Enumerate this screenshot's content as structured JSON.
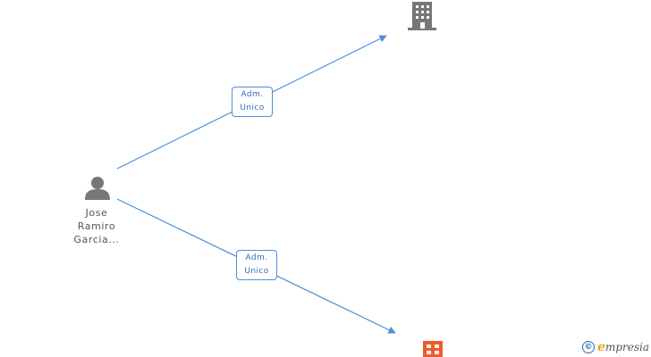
{
  "person": {
    "icon": "person-icon",
    "name_lines": [
      "Jose",
      "Ramiro",
      "Garcia..."
    ]
  },
  "companies": [
    {
      "icon": "building-icon",
      "color": "#777777"
    },
    {
      "icon": "company-grid-icon",
      "color": "#f05a28"
    }
  ],
  "edges": [
    {
      "label_lines": [
        "Adm.",
        "Unico"
      ],
      "color": "#4a90d9"
    },
    {
      "label_lines": [
        "Adm.",
        "Unico"
      ],
      "color": "#4a90d9"
    }
  ],
  "watermark": {
    "symbol": "©",
    "brand_initial": "e",
    "brand_rest": "mpresia"
  }
}
